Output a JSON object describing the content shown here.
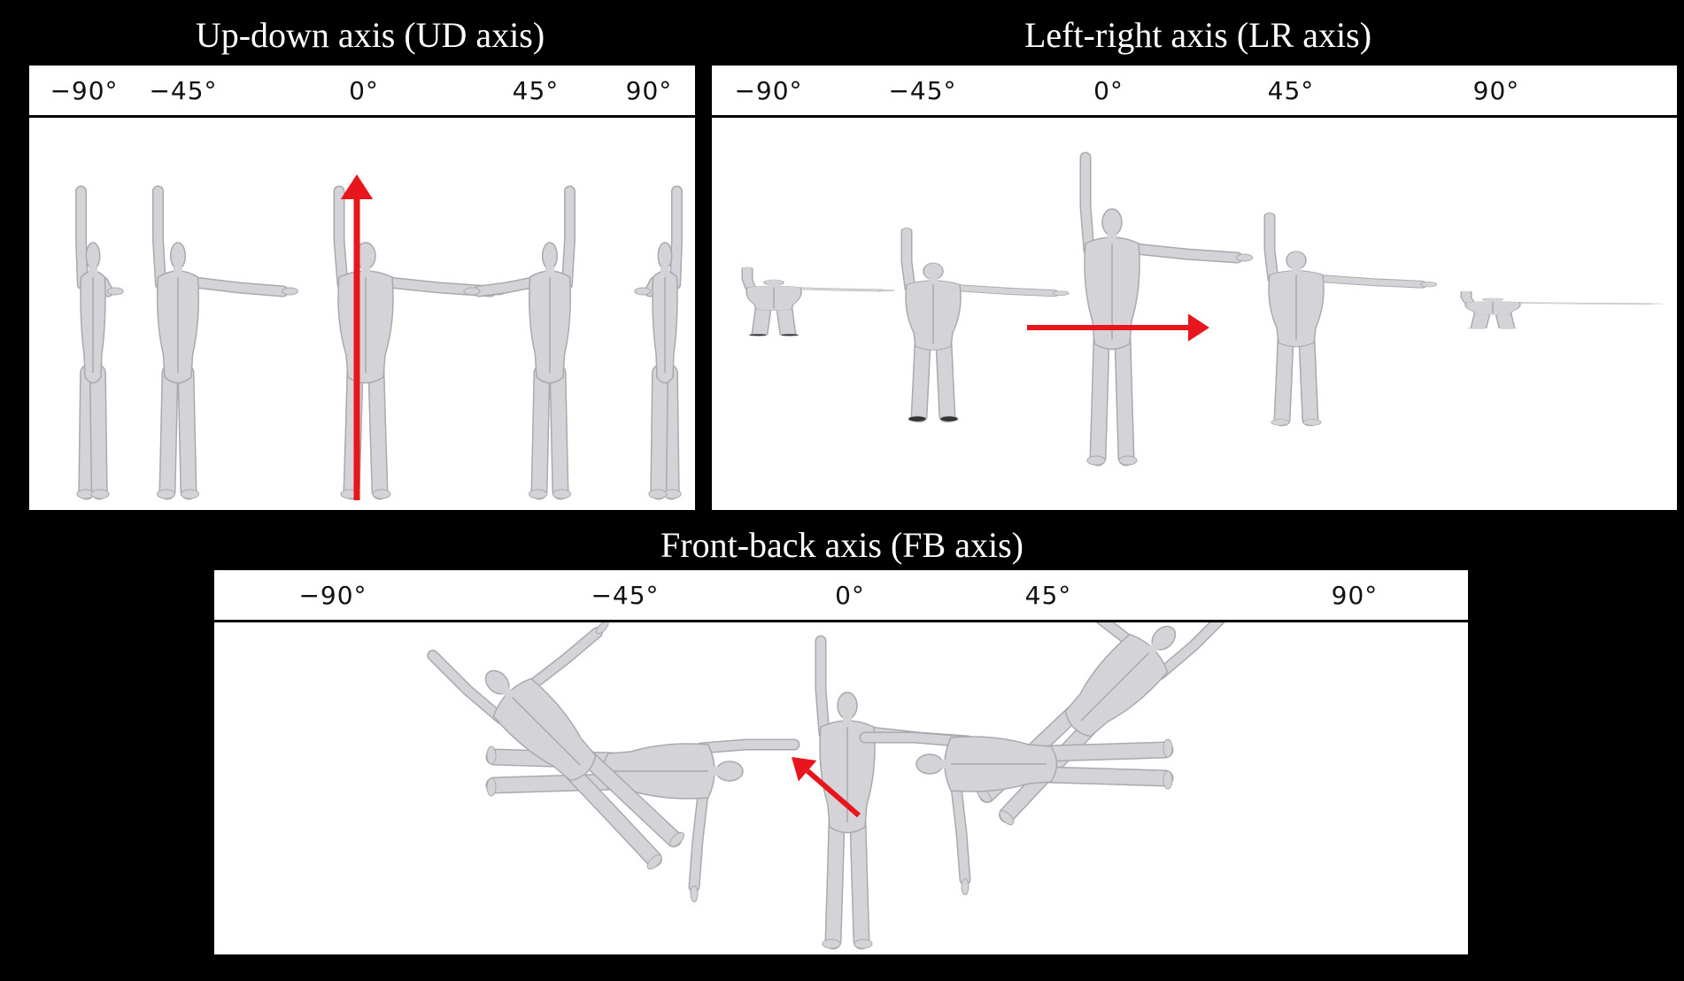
{
  "panels": {
    "ud": {
      "title": "Up-down axis (UD axis)",
      "angles": [
        "−90°",
        "−45°",
        "0°",
        "45°",
        "90°"
      ],
      "figures": [
        "figure-profile",
        "figure-back-three-quarter",
        "figure-back",
        "figure-back-three-quarter-mirrored",
        "figure-profile-mirrored"
      ],
      "arrow_direction": "up"
    },
    "lr": {
      "title": "Left-right axis (LR axis)",
      "angles": [
        "−90°",
        "−45°",
        "0°",
        "45°",
        "90°"
      ],
      "figures": [
        "figure-from-below",
        "figure-tilted-toward",
        "figure-back",
        "figure-tilted-away",
        "figure-from-above"
      ],
      "arrow_direction": "right"
    },
    "fb": {
      "title": "Front-back axis (FB axis)",
      "angles": [
        "−90°",
        "−45°",
        "0°",
        "45°",
        "90°"
      ],
      "figures": [
        "figure-horizontal-left",
        "figure-diagonal-left",
        "figure-back",
        "figure-diagonal-right",
        "figure-horizontal-right"
      ],
      "arrow_direction": "up-left"
    }
  },
  "colors": {
    "background": "#000000",
    "panel": "#ffffff",
    "figure": "#d4d4d8",
    "figure_shade": "#a9a9ae",
    "arrow": "#e8161c"
  }
}
